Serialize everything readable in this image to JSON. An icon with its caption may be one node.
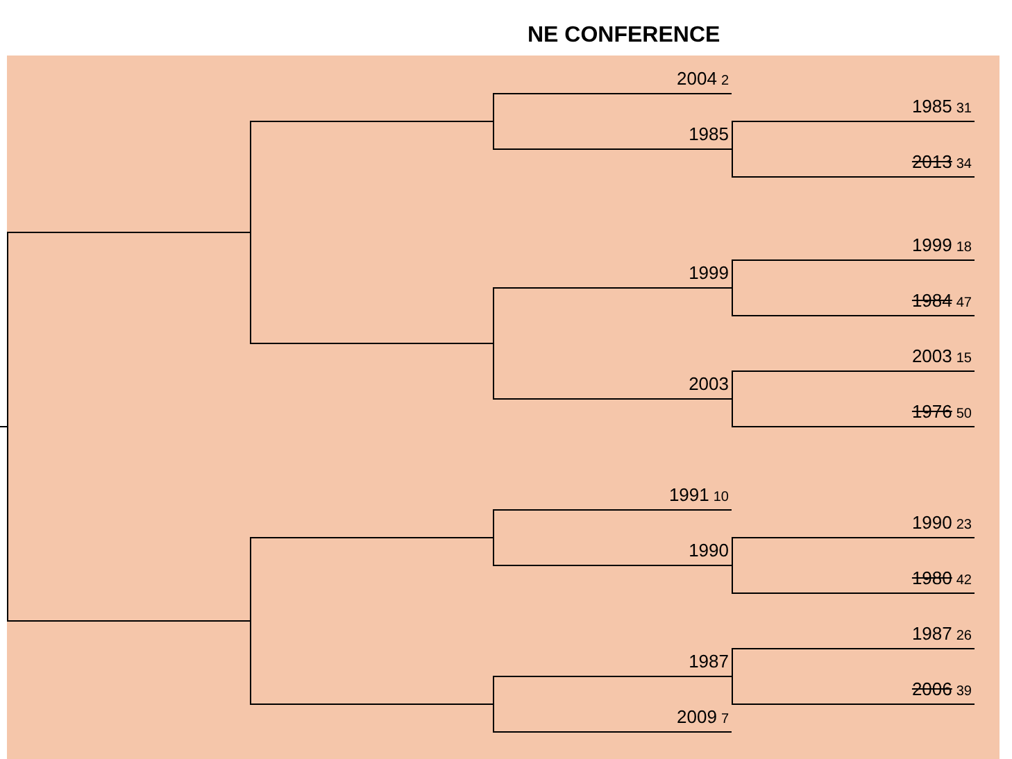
{
  "diagram": {
    "title": "NE CONFERENCE",
    "nodes": [
      {
        "text": [],
        "shape": "line"
      },
      {
        "text": [],
        "shape": "line"
      },
      {
        "text": [],
        "shape": "line"
      },
      {
        "text": [],
        "shape": "line"
      },
      {
        "text": [],
        "shape": "line"
      },
      {
        "text": [],
        "shape": "line"
      },
      {
        "text": [],
        "shape": "line"
      },
      {
        "text": [
          "2004",
          "2"
        ]
      },
      {
        "text": [
          "1985"
        ]
      },
      {
        "text": [
          "1999"
        ]
      },
      {
        "text": [
          "2003"
        ]
      },
      {
        "text": [
          "1991",
          "10"
        ]
      },
      {
        "text": [
          "1990"
        ]
      },
      {
        "text": [
          "1987"
        ]
      },
      {
        "text": [
          "2009",
          "7"
        ]
      },
      {
        "text": [
          "1985",
          "31"
        ]
      },
      {
        "text": [
          "2013",
          "34"
        ]
      },
      {
        "text": [
          "1999",
          "18"
        ]
      },
      {
        "text": [
          "1984",
          "47"
        ]
      },
      {
        "text": [
          "2003",
          "15"
        ]
      },
      {
        "text": [
          "1976",
          "50"
        ]
      },
      {
        "text": [
          "1990",
          "23"
        ]
      },
      {
        "text": [
          "1980",
          "42"
        ]
      },
      {
        "text": [
          "1987",
          "26"
        ]
      },
      {
        "text": [
          "2006",
          "39"
        ]
      }
    ],
    "edges": [
      {
        "from": 1,
        "to": 0,
        "arrow": "none"
      },
      {
        "from": 2,
        "to": 0,
        "arrow": "none"
      },
      {
        "from": 3,
        "to": 1,
        "arrow": "none"
      },
      {
        "from": 4,
        "to": 1,
        "arrow": "none"
      },
      {
        "from": 5,
        "to": 2,
        "arrow": "none"
      },
      {
        "from": 6,
        "to": 2,
        "arrow": "none"
      },
      {
        "from": 7,
        "to": 3,
        "arrow": "none"
      },
      {
        "from": 8,
        "to": 3,
        "arrow": "none"
      },
      {
        "from": 9,
        "to": 4,
        "arrow": "none"
      },
      {
        "from": 10,
        "to": 4,
        "arrow": "none"
      },
      {
        "from": 11,
        "to": 5,
        "arrow": "none"
      },
      {
        "from": 12,
        "to": 5,
        "arrow": "none"
      },
      {
        "from": 13,
        "to": 6,
        "arrow": "none"
      },
      {
        "from": 14,
        "to": 6,
        "arrow": "none"
      },
      {
        "from": 15,
        "to": 8,
        "arrow": "none"
      },
      {
        "from": 16,
        "to": 8,
        "arrow": "none"
      },
      {
        "from": 17,
        "to": 9,
        "arrow": "none"
      },
      {
        "from": 18,
        "to": 9,
        "arrow": "none"
      },
      {
        "from": 19,
        "to": 10,
        "arrow": "none"
      },
      {
        "from": 20,
        "to": 10,
        "arrow": "none"
      },
      {
        "from": 21,
        "to": 12,
        "arrow": "none"
      },
      {
        "from": 22,
        "to": 12,
        "arrow": "none"
      },
      {
        "from": 23,
        "to": 13,
        "arrow": "none"
      },
      {
        "from": 24,
        "to": 13,
        "arrow": "none"
      }
    ]
  }
}
